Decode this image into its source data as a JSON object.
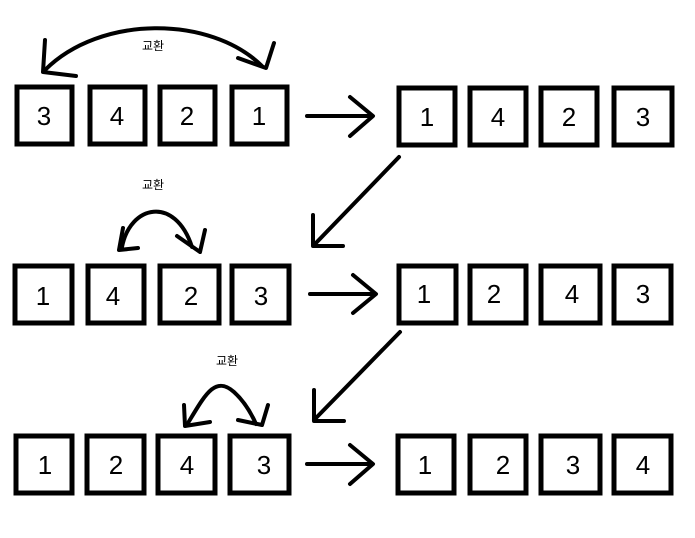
{
  "swap_label": "교환",
  "rows": [
    {
      "before": [
        "3",
        "4",
        "2",
        "1"
      ],
      "after": [
        "1",
        "4",
        "2",
        "3"
      ]
    },
    {
      "before": [
        "1",
        "4",
        "2",
        "3"
      ],
      "after": [
        "1",
        "2",
        "4",
        "3"
      ]
    },
    {
      "before": [
        "1",
        "2",
        "4",
        "3"
      ],
      "after": [
        "1",
        "2",
        "3",
        "4"
      ]
    }
  ]
}
